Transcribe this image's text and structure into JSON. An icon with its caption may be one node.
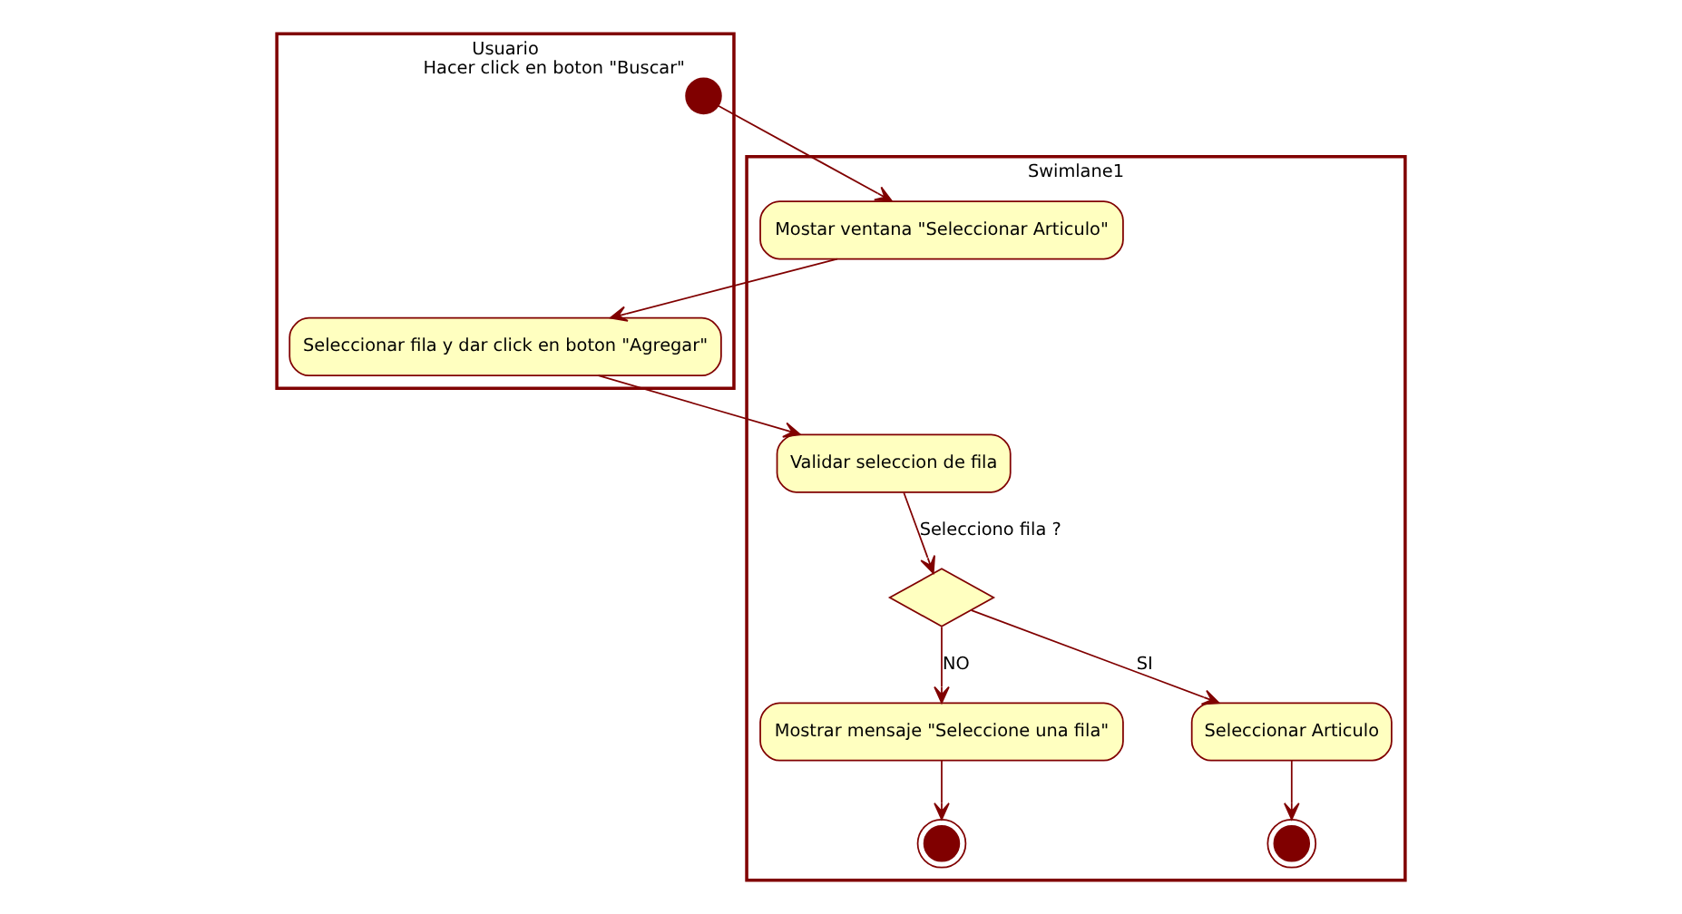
{
  "diagram": {
    "nodes": [
      {
        "text": [
          "Usuario"
        ]
      },
      {
        "text": [
          "Swimlane1"
        ]
      },
      {
        "text": [],
        "shape": "circle",
        "in": 0,
        "beside": [
          "Hacer click en boton \"Buscar\""
        ]
      },
      {
        "text": [
          "Mostar ventana \"Seleccionar Articulo\""
        ],
        "in": 1
      },
      {
        "text": [
          "Seleccionar fila y dar click en boton \"Agregar\""
        ],
        "in": 0
      },
      {
        "text": [
          "Validar seleccion de fila"
        ],
        "in": 1
      },
      {
        "text": [],
        "shape": "diamond",
        "in": 1
      },
      {
        "text": [
          "Mostrar mensaje \"Seleccione una fila\""
        ],
        "in": 1
      },
      {
        "text": [
          "Seleccionar Articulo"
        ],
        "in": 1
      },
      {
        "text": [],
        "shape": "circle",
        "in": 1
      },
      {
        "text": [],
        "shape": "circle",
        "in": 1
      }
    ],
    "edges": [
      {
        "from": 2,
        "to": 3,
        "arrow": "to"
      },
      {
        "from": 3,
        "to": 4,
        "arrow": "to"
      },
      {
        "from": 4,
        "to": 5,
        "arrow": "to"
      },
      {
        "from": 5,
        "to": 6,
        "arrow": "to",
        "label": "Selecciono fila ?"
      },
      {
        "from": 6,
        "to": 7,
        "arrow": "to",
        "label": "NO"
      },
      {
        "from": 6,
        "to": 8,
        "arrow": "to",
        "label": "SI"
      },
      {
        "from": 7,
        "to": 9,
        "arrow": "to"
      },
      {
        "from": 8,
        "to": 10,
        "arrow": "to"
      }
    ]
  }
}
